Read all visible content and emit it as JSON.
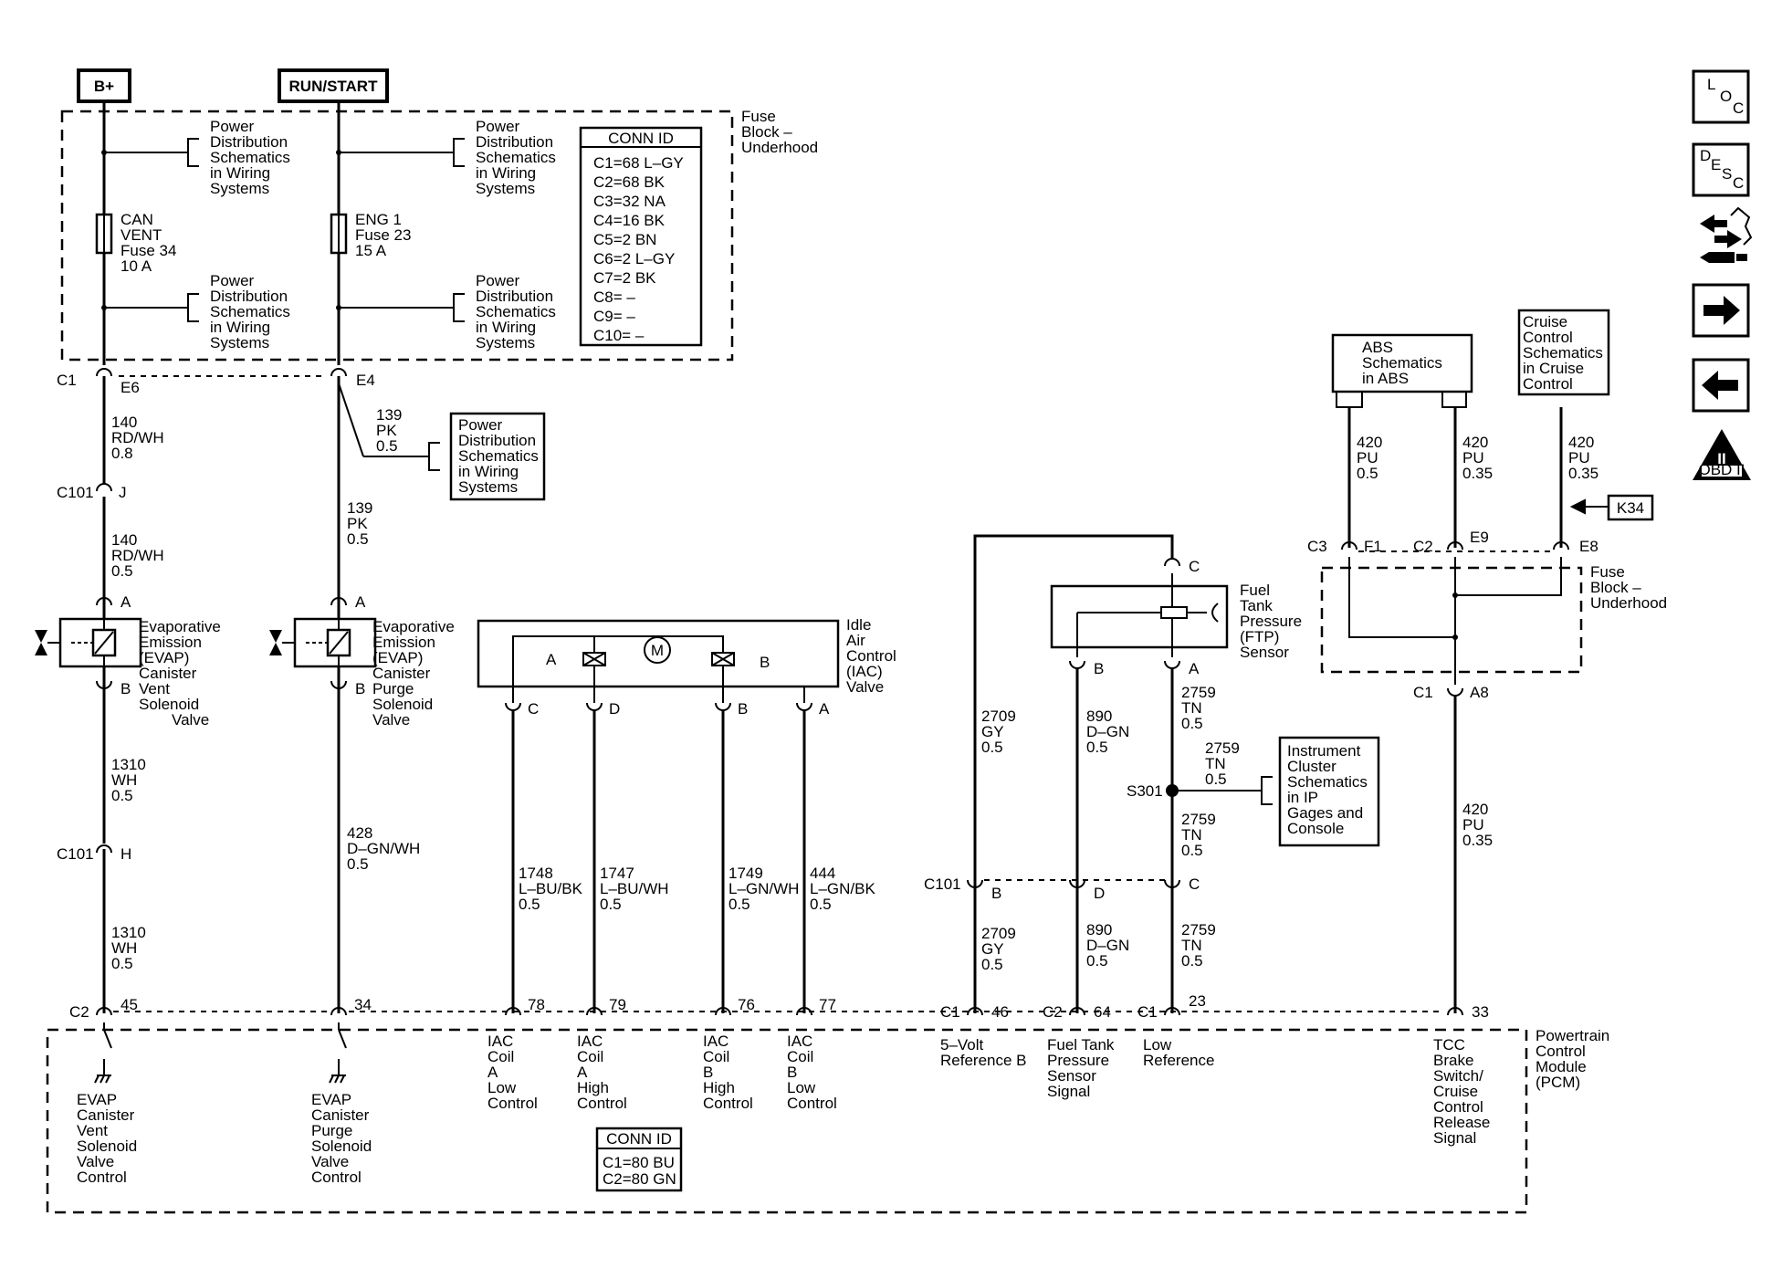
{
  "power": {
    "bplus": "B+",
    "run_start": "RUN/START"
  },
  "fuse_block": {
    "label": [
      "Fuse",
      "Block –",
      "Underhood"
    ],
    "pd_ref": [
      "Power",
      "Distribution",
      "Schematics",
      "in Wiring",
      "Systems"
    ],
    "fuse_34": [
      "CAN",
      "VENT",
      "Fuse 34",
      "10 A"
    ],
    "fuse_23": [
      "ENG 1",
      "Fuse 23",
      "15 A"
    ],
    "conn_id": {
      "title": "CONN ID",
      "rows": [
        "C1=68 L–GY",
        "C2=68 BK",
        "C3=32 NA",
        "C4=16 BK",
        "C5=2 BN",
        "C6=2 L–GY",
        "C7=2 BK",
        "C8= –",
        "C9= –",
        "C10= –"
      ]
    }
  },
  "vent": {
    "top": {
      "conn": "C1",
      "pin": "E6"
    },
    "wire1": [
      "140",
      "RD/WH",
      "0.8"
    ],
    "c101_j": {
      "conn": "C101",
      "pin": "J"
    },
    "wire2": [
      "140",
      "RD/WH",
      "0.5"
    ],
    "pin_a": "A",
    "pin_b": "B",
    "label": [
      "Evaporative",
      "Emission",
      "(EVAP)",
      "Canister",
      "Vent",
      "Solenoid",
      "Valve"
    ],
    "wire3": [
      "1310",
      "WH",
      "0.5"
    ],
    "c101_h": {
      "conn": "C101",
      "pin": "H"
    },
    "wire4": [
      "1310",
      "WH",
      "0.5"
    ]
  },
  "purge": {
    "top_pin": "E4",
    "pd_wire": [
      "139",
      "PK",
      "0.5"
    ],
    "pd_ref": [
      "Power",
      "Distribution",
      "Schematics",
      "in Wiring",
      "Systems"
    ],
    "wire1": [
      "139",
      "PK",
      "0.5"
    ],
    "pin_a": "A",
    "pin_b": "B",
    "label": [
      "Evaporative",
      "Emission",
      "(EVAP)",
      "Canister",
      "Purge",
      "Solenoid",
      "Valve"
    ],
    "wire2": [
      "428",
      "D–GN/WH",
      "0.5"
    ]
  },
  "iac": {
    "label": [
      "Idle",
      "Air",
      "Control",
      "(IAC)",
      "Valve"
    ],
    "coil_a": "A",
    "coil_b": "B",
    "motor": "M",
    "pins": [
      "C",
      "D",
      "B",
      "A"
    ],
    "wires": [
      [
        "1748",
        "L–BU/BK",
        "0.5"
      ],
      [
        "1747",
        "L–BU/WH",
        "0.5"
      ],
      [
        "1749",
        "L–GN/WH",
        "0.5"
      ],
      [
        "444",
        "L–GN/BK",
        "0.5"
      ]
    ]
  },
  "ftp": {
    "label": [
      "Fuel",
      "Tank",
      "Pressure",
      "(FTP)",
      "Sensor"
    ],
    "pin_c": "C",
    "pin_b": "B",
    "pin_a": "A",
    "wire_gy": [
      "2709",
      "GY",
      "0.5"
    ],
    "wire_dgn": [
      "890",
      "D–GN",
      "0.5"
    ],
    "wire_tn1": [
      "2759",
      "TN",
      "0.5"
    ],
    "splice_wire": [
      "2759",
      "TN",
      "0.5"
    ],
    "splice": "S301",
    "ipc_ref": [
      "Instrument",
      "Cluster",
      "Schematics",
      "in IP",
      "Gages and",
      "Console"
    ],
    "wire_tn2": [
      "2759",
      "TN",
      "0.5"
    ],
    "c101": {
      "conn": "C101",
      "pins": [
        "B",
        "D",
        "C"
      ]
    },
    "wire_gy2": [
      "2709",
      "GY",
      "0.5"
    ],
    "wire_dgn2": [
      "890",
      "D–GN",
      "0.5"
    ],
    "wire_tn3": [
      "2759",
      "TN",
      "0.5"
    ]
  },
  "tcc": {
    "abs_ref": [
      "ABS",
      "Schematics",
      "in ABS"
    ],
    "cruise_ref": [
      "Cruise",
      "Control",
      "Schematics",
      "in Cruise",
      "Control"
    ],
    "wire_a": [
      "420",
      "PU",
      "0.5"
    ],
    "wire_b": [
      "420",
      "PU",
      "0.35"
    ],
    "wire_c": [
      "420",
      "PU",
      "0.35"
    ],
    "k34": "K34",
    "c3": {
      "conn": "C3",
      "pin": "F1"
    },
    "c2": {
      "conn": "C2",
      "pin": "E9"
    },
    "e8": "E8",
    "fuse_block": [
      "Fuse",
      "Block –",
      "Underhood"
    ],
    "c1": {
      "conn": "C1",
      "pin": "A8"
    },
    "wire_pcm": [
      "420",
      "PU",
      "0.35"
    ]
  },
  "pcm": {
    "label": [
      "Powertrain",
      "Control",
      "Module",
      "(PCM)"
    ],
    "conn_id": {
      "title": "CONN ID",
      "rows": [
        "C1=80 BU",
        "C2=80 GN"
      ]
    },
    "pins": [
      {
        "conn": "C2",
        "pin": "45"
      },
      {
        "pin": "34"
      },
      {
        "pin": "78"
      },
      {
        "pin": "79"
      },
      {
        "pin": "76"
      },
      {
        "pin": "77"
      },
      {
        "conn": "C1",
        "pin": "46"
      },
      {
        "conn": "C2",
        "pin": "64"
      },
      {
        "conn": "C1",
        "pin": "23"
      },
      {
        "pin": "33"
      }
    ],
    "signals": [
      [
        "EVAP",
        "Canister",
        "Vent",
        "Solenoid",
        "Valve",
        "Control"
      ],
      [
        "EVAP",
        "Canister",
        "Purge",
        "Solenoid",
        "Valve",
        "Control"
      ],
      [
        "IAC",
        "Coil",
        "A",
        "Low",
        "Control"
      ],
      [
        "IAC",
        "Coil",
        "A",
        "High",
        "Control"
      ],
      [
        "IAC",
        "Coil",
        "B",
        "High",
        "Control"
      ],
      [
        "IAC",
        "Coil",
        "B",
        "Low",
        "Control"
      ],
      [
        "5–Volt",
        "Reference B"
      ],
      [
        "Fuel Tank",
        "Pressure",
        "Sensor",
        "Signal"
      ],
      [
        "Low",
        "Reference"
      ],
      [
        "TCC",
        "Brake",
        "Switch/",
        "Cruise",
        "Control",
        "Release",
        "Signal"
      ]
    ]
  },
  "nav": {
    "loc": [
      "L",
      "O",
      "C"
    ],
    "desc": [
      "D",
      "E",
      "S",
      "C"
    ],
    "obd": [
      "II",
      "OBD II"
    ],
    "icons": [
      "loc-icon",
      "desc-icon",
      "connector-view-icon",
      "next-arrow-icon",
      "back-arrow-icon",
      "obd-ii-icon"
    ]
  }
}
